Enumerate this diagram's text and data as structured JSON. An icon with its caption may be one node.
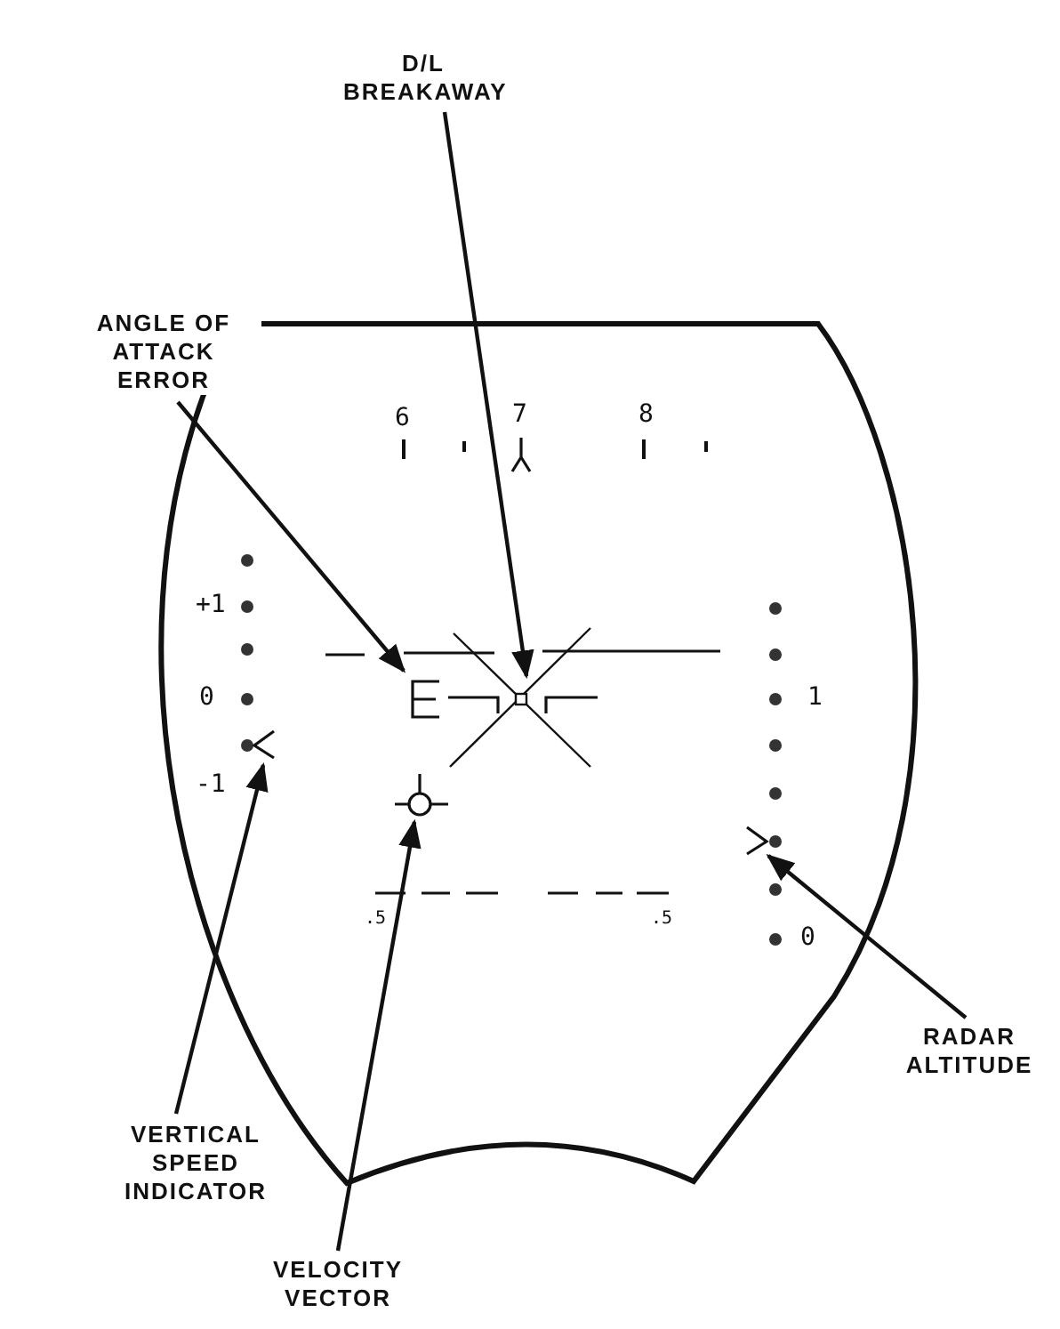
{
  "diagram": {
    "nodes": [
      {
        "text": [
          "D/L BREAKAWAY"
        ]
      },
      {
        "text": [
          "ANGLE OF ATTACK ERROR"
        ]
      },
      {
        "text": [
          "VERTICAL SPEED INDICATOR"
        ]
      },
      {
        "text": [
          "VELOCITY VECTOR"
        ]
      },
      {
        "text": [
          "RADAR ALTITUDE"
        ]
      },
      {
        "text": [],
        "shape": "cross"
      },
      {
        "text": [],
        "shape": "bracket"
      },
      {
        "text": [],
        "shape": "chevron"
      },
      {
        "text": [],
        "shape": "circle"
      },
      {
        "text": [],
        "shape": "chevron"
      }
    ],
    "edges": [
      {
        "from": 0,
        "to": 5,
        "arrow": "to"
      },
      {
        "from": 1,
        "to": 6,
        "arrow": "to"
      },
      {
        "from": 2,
        "to": 7,
        "arrow": "to"
      },
      {
        "from": 3,
        "to": 8,
        "arrow": "to"
      },
      {
        "from": 4,
        "to": 9,
        "arrow": "to"
      }
    ],
    "labels": [
      "6",
      "7",
      "8",
      "+1",
      "0",
      "1",
      "-1",
      ".5",
      ".5",
      "0"
    ]
  }
}
